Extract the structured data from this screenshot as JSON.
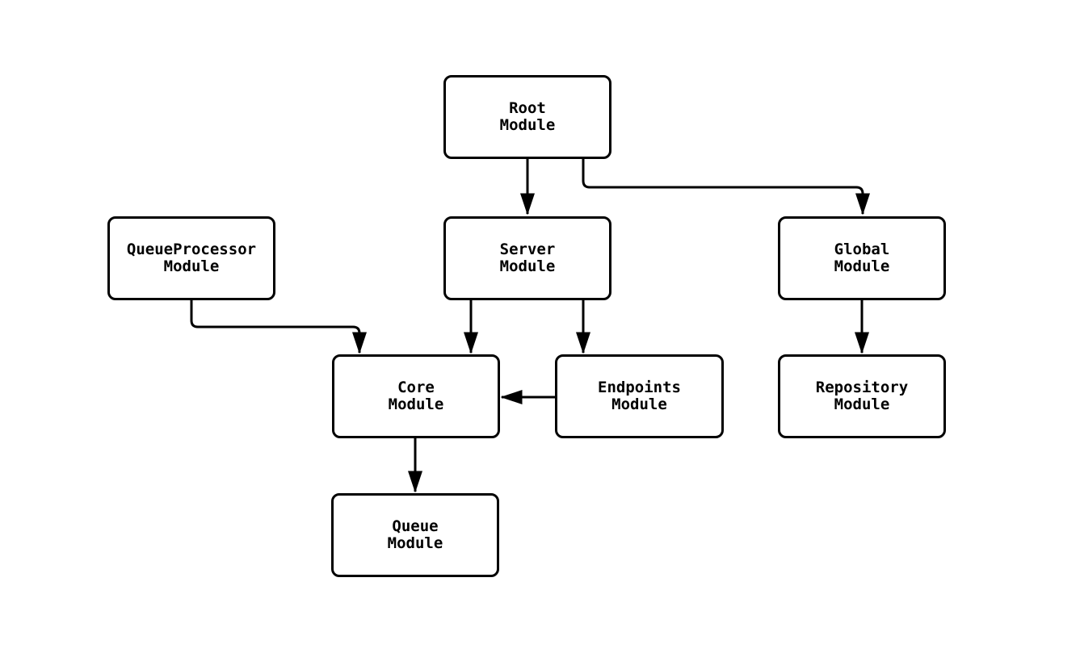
{
  "diagram": {
    "colors": {
      "background": "#ffffff",
      "stroke": "#000000",
      "node_fill": "#ffffff",
      "text": "#000000"
    },
    "nodes": [
      {
        "id": "root",
        "label": "Root\nModule"
      },
      {
        "id": "queueprocessor",
        "label": "QueueProcessor\nModule"
      },
      {
        "id": "server",
        "label": "Server\nModule"
      },
      {
        "id": "global",
        "label": "Global\nModule"
      },
      {
        "id": "core",
        "label": "Core\nModule"
      },
      {
        "id": "endpoints",
        "label": "Endpoints\nModule"
      },
      {
        "id": "repository",
        "label": "Repository\nModule"
      },
      {
        "id": "queue",
        "label": "Queue\nModule"
      }
    ],
    "edges": [
      {
        "from": "Root Module",
        "to": "Server Module"
      },
      {
        "from": "Root Module",
        "to": "Global Module"
      },
      {
        "from": "QueueProcessor Module",
        "to": "Core Module"
      },
      {
        "from": "Server Module",
        "to": "Core Module"
      },
      {
        "from": "Server Module",
        "to": "Endpoints Module"
      },
      {
        "from": "Global Module",
        "to": "Repository Module"
      },
      {
        "from": "Endpoints Module",
        "to": "Core Module"
      },
      {
        "from": "Core Module",
        "to": "Queue Module"
      }
    ]
  }
}
